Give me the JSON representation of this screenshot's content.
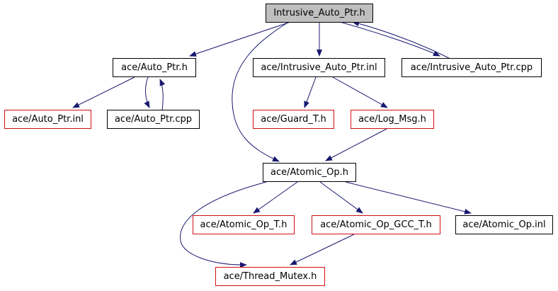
{
  "colors": {
    "edge": "#191970",
    "border_black": "#000000",
    "border_red": "#d01010",
    "root_fill": "#bfbfbf"
  },
  "nodes": {
    "root": "Intrusive_Auto_Ptr.h",
    "auto_ptr_h": "ace/Auto_Ptr.h",
    "intrusive_inl": "ace/Intrusive_Auto_Ptr.inl",
    "intrusive_cpp": "ace/Intrusive_Auto_Ptr.cpp",
    "auto_ptr_inl": "ace/Auto_Ptr.inl",
    "auto_ptr_cpp": "ace/Auto_Ptr.cpp",
    "guard_t": "ace/Guard_T.h",
    "log_msg": "ace/Log_Msg.h",
    "atomic_op_h": "ace/Atomic_Op.h",
    "atomic_op_t": "ace/Atomic_Op_T.h",
    "atomic_op_gcc": "ace/Atomic_Op_GCC_T.h",
    "atomic_op_inl": "ace/Atomic_Op.inl",
    "thread_mutex": "ace/Thread_Mutex.h"
  },
  "edges": [
    [
      "root",
      "auto_ptr_h"
    ],
    [
      "root",
      "intrusive_inl"
    ],
    [
      "root",
      "intrusive_cpp"
    ],
    [
      "intrusive_cpp",
      "root"
    ],
    [
      "root",
      "atomic_op_h"
    ],
    [
      "auto_ptr_h",
      "auto_ptr_inl"
    ],
    [
      "auto_ptr_h",
      "auto_ptr_cpp"
    ],
    [
      "auto_ptr_cpp",
      "auto_ptr_h"
    ],
    [
      "intrusive_inl",
      "guard_t"
    ],
    [
      "intrusive_inl",
      "log_msg"
    ],
    [
      "log_msg",
      "atomic_op_h"
    ],
    [
      "atomic_op_h",
      "atomic_op_t"
    ],
    [
      "atomic_op_h",
      "atomic_op_gcc"
    ],
    [
      "atomic_op_h",
      "atomic_op_inl"
    ],
    [
      "atomic_op_h",
      "thread_mutex"
    ],
    [
      "atomic_op_gcc",
      "thread_mutex"
    ]
  ]
}
